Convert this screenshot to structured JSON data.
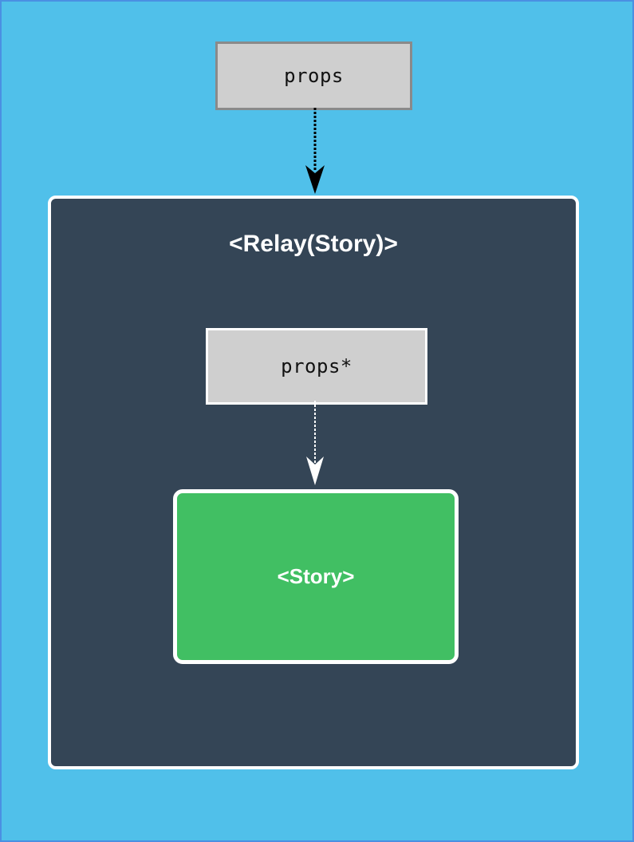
{
  "diagram": {
    "type": "component-hierarchy-diagram",
    "background_color": "#50c0ea",
    "border_color": "#4a90e2",
    "outer_props": {
      "label": "props",
      "fill": "#cfcfcf",
      "border": "#8a8a8a"
    },
    "outer_arrow": {
      "name": "props-to-relay-arrow",
      "color": "#000000",
      "style": "dotted-line-with-solid-arrowhead"
    },
    "relay_panel": {
      "title": "<Relay(Story)>",
      "fill": "#344556",
      "border": "#ffffff",
      "inner_props": {
        "label": "props*",
        "fill": "#cfcfcf",
        "border": "#ffffff"
      },
      "inner_arrow": {
        "name": "props-star-to-story-arrow",
        "color": "#ffffff",
        "style": "dotted-line-with-solid-arrowhead"
      },
      "story": {
        "label": "<Story>",
        "fill": "#41bf63",
        "border": "#ffffff"
      }
    }
  }
}
